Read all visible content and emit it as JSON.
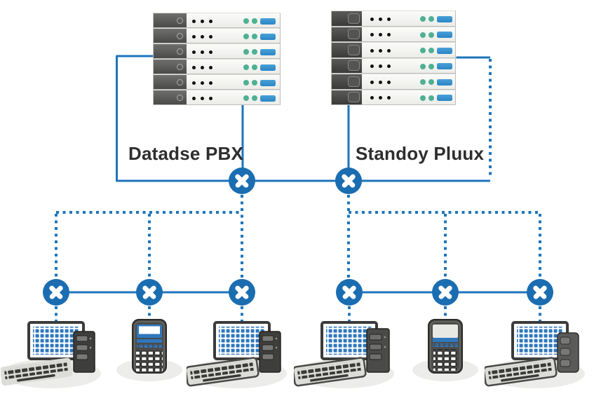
{
  "diagram": {
    "background": "#ffffff",
    "clusters": [
      {
        "label": "Datadse PBX",
        "server_units": 6,
        "link_style": "solid"
      },
      {
        "label": "Standoy Pluux",
        "server_units": 6,
        "link_style": "dotted"
      }
    ],
    "switch_nodes": {
      "icon": "x-circle-icon",
      "middle_row_count": 2,
      "bottom_row_count": 6
    },
    "devices": [
      {
        "type": "workstation"
      },
      {
        "type": "handheld-terminal"
      },
      {
        "type": "workstation"
      },
      {
        "type": "workstation"
      },
      {
        "type": "handheld-terminal"
      },
      {
        "type": "workstation"
      }
    ],
    "colors": {
      "line_blue": "#1c75bc",
      "node_blue": "#1b6db1",
      "led_green": "#4fb093",
      "activity_blue": "#2a85c4",
      "server_body": "#ecece9",
      "server_cap": "#4a4a48",
      "label_text": "#2e2e2e",
      "shadow": "#ececea",
      "screen_blue": "#2e77bd",
      "device_dark": "#3e3e3c",
      "keyboard_gray": "#dcdcd8",
      "background": "#ffffff"
    }
  }
}
